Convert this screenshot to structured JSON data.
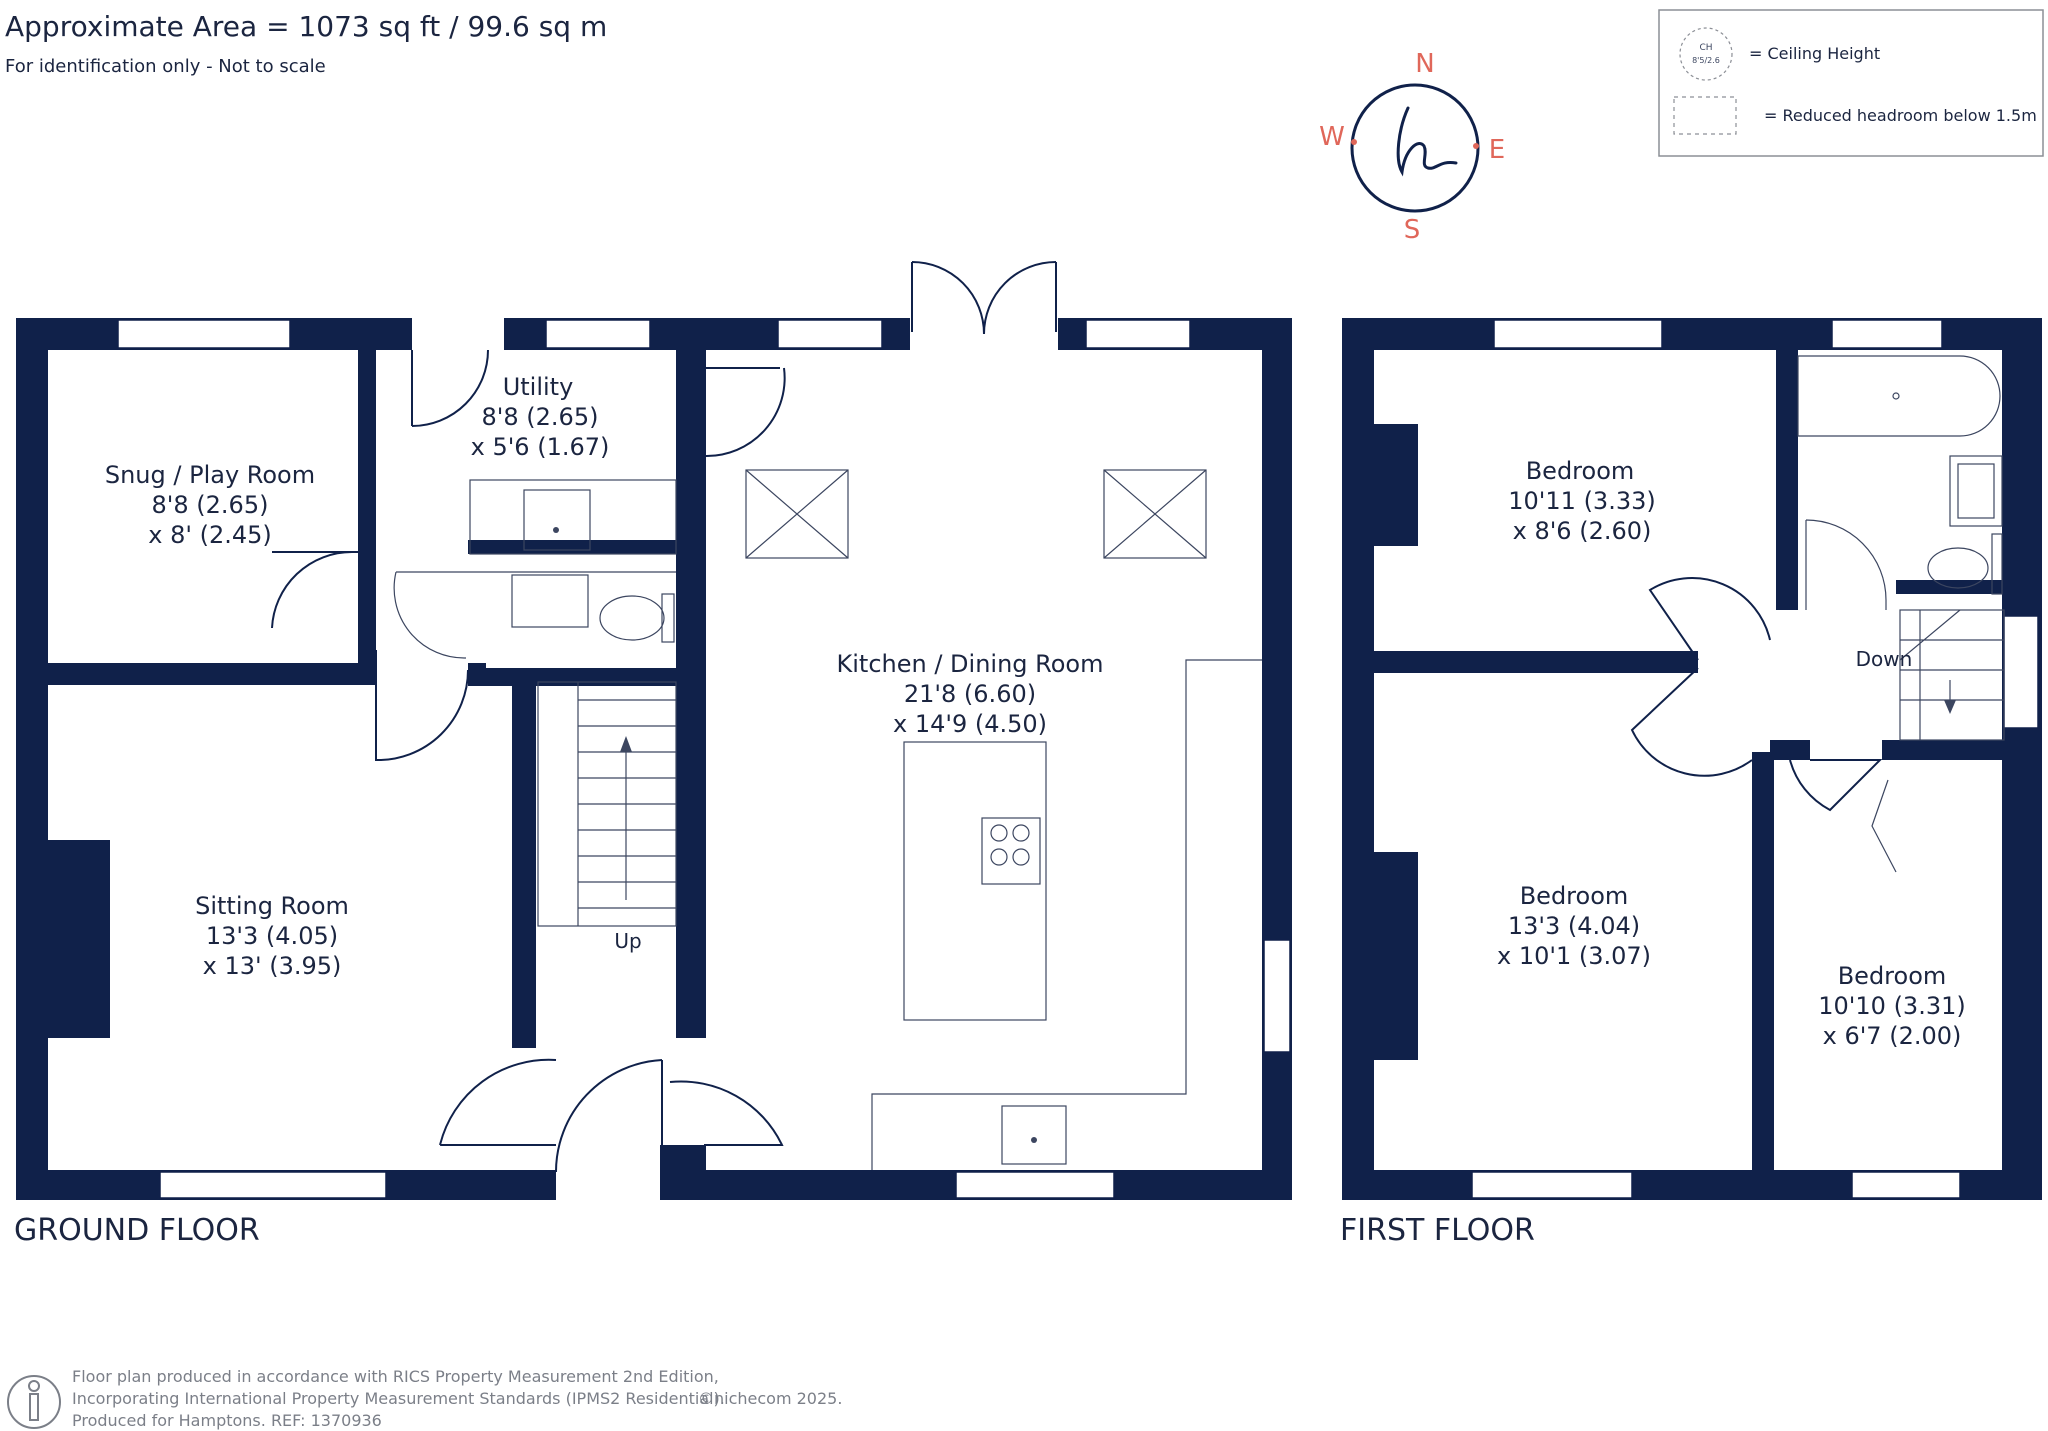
{
  "header": {
    "area": "Approximate Area = 1073 sq ft / 99.6 sq m",
    "note": "For identification only - Not to scale"
  },
  "compass": {
    "n": "N",
    "s": "S",
    "e": "E",
    "w": "W",
    "logo_icon": "h-script-logo-icon"
  },
  "legend": {
    "ch_badge_top": "CH",
    "ch_badge_bottom": "8'5/2.6",
    "ceiling_height": "= Ceiling Height",
    "reduced_headroom": "= Reduced headroom below 1.5m"
  },
  "ground_floor": {
    "label": "GROUND FLOOR",
    "rooms": {
      "snug": {
        "name": "Snug / Play Room",
        "dim1": "8'8 (2.65)",
        "dim2": "x 8' (2.45)"
      },
      "utility": {
        "name": "Utility",
        "dim1": "8'8 (2.65)",
        "dim2": "x 5'6 (1.67)"
      },
      "kitchen": {
        "name": "Kitchen / Dining Room",
        "dim1": "21'8 (6.60)",
        "dim2": "x 14'9 (4.50)"
      },
      "sitting": {
        "name": "Sitting Room",
        "dim1": "13'3 (4.05)",
        "dim2": "x 13' (3.95)"
      }
    },
    "stairs_label": "Up"
  },
  "first_floor": {
    "label": "FIRST FLOOR",
    "rooms": {
      "bedroom1": {
        "name": "Bedroom",
        "dim1": "10'11 (3.33)",
        "dim2": "x 8'6 (2.60)"
      },
      "bedroom2": {
        "name": "Bedroom",
        "dim1": "13'3 (4.04)",
        "dim2": "x 10'1 (3.07)"
      },
      "bedroom3": {
        "name": "Bedroom",
        "dim1": "10'10 (3.31)",
        "dim2": "x 6'7 (2.00)"
      }
    },
    "stairs_label": "Down"
  },
  "footer": {
    "line1": "Floor plan produced in accordance with RICS Property Measurement 2nd Edition,",
    "line2": "Incorporating International Property Measurement Standards (IPMS2 Residential).",
    "copyright": "©nichecom 2025.",
    "line3": "Produced for Hamptons.  REF:  1370936"
  },
  "colors": {
    "wall": "#10214a",
    "accent": "#e0675a",
    "text": "#1b2540",
    "footer": "#7b7f88"
  }
}
